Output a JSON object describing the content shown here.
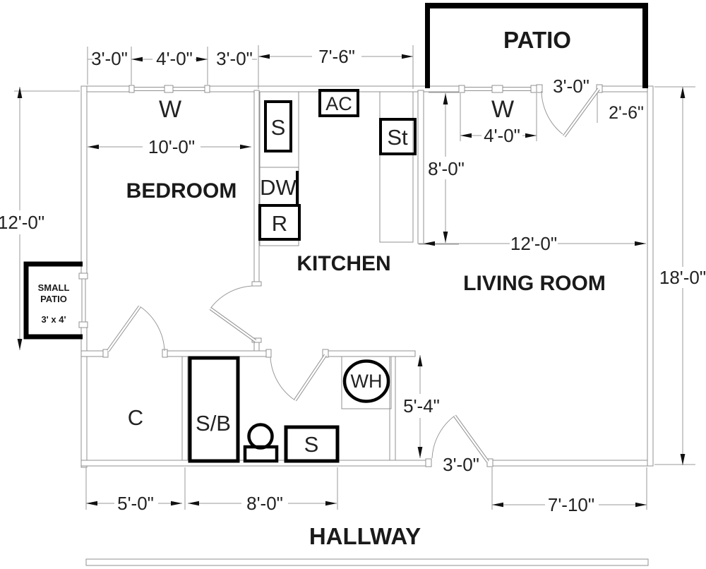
{
  "plan": {
    "rooms": {
      "bedroom": "BEDROOM",
      "kitchen": "KITCHEN",
      "living_room": "LIVING ROOM",
      "patio": "PATIO",
      "hallway": "HALLWAY",
      "closet": "C"
    },
    "small_patio": {
      "name_line1": "SMALL",
      "name_line2": "PATIO",
      "size": "3' x 4'"
    },
    "fixtures": {
      "window": "W",
      "ac_unit": "AC",
      "kitchen_sink": "S",
      "dishwasher": "DW",
      "refrigerator": "R",
      "stove": "St",
      "shower_bath": "S/B",
      "bathroom_sink": "S",
      "water_heater": "WH"
    },
    "dimensions": {
      "bedroom_window_left": "3'-0\"",
      "bedroom_window": "4'-0\"",
      "bedroom_window_right": "3'-0\"",
      "kitchen_width": "7'-6\"",
      "bedroom_width": "10'-0\"",
      "bedroom_length": "12'-0\"",
      "kitchen_wall": "8'-0\"",
      "living_window": "4'-0\"",
      "patio_door": "3'-0\"",
      "door_to_wall": "2'-6\"",
      "living_width": "12'-0\"",
      "right_side": "18'-0\"",
      "hall_opening": "5'-4\"",
      "closet_width": "5'-0\"",
      "bathroom_width": "8'-0\"",
      "entry_door": "3'-0\"",
      "entry_to_wall": "7'-10\""
    }
  }
}
